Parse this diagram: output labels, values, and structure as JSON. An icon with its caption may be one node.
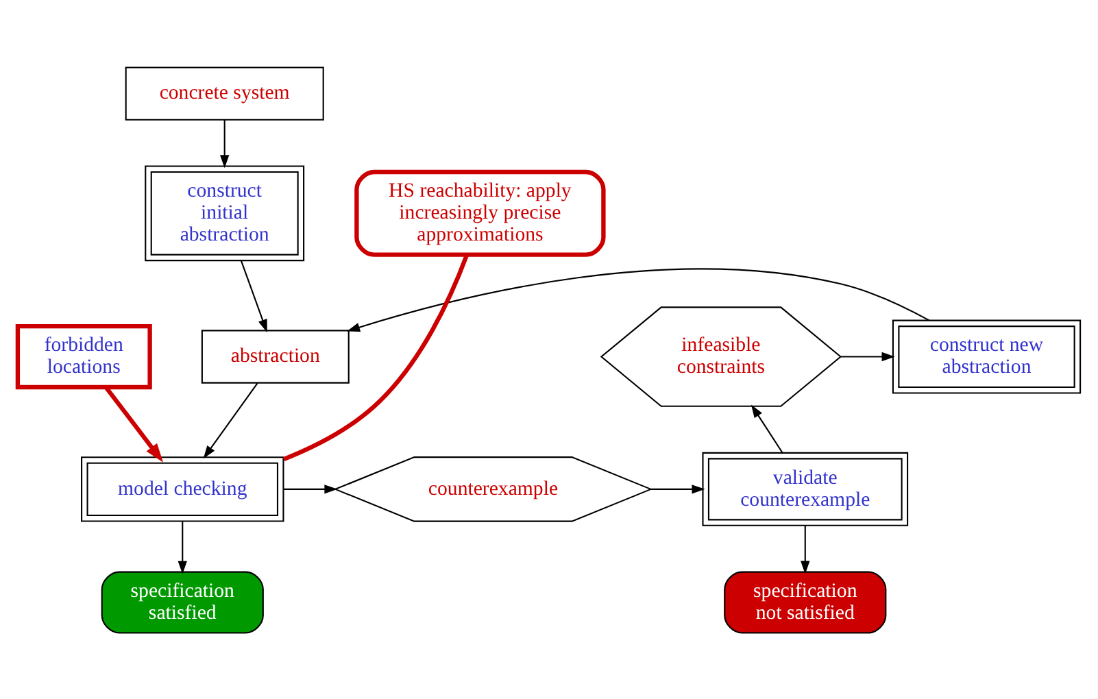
{
  "diagram": {
    "nodes": [
      {
        "text": [
          "concrete system"
        ]
      },
      {
        "text": [
          "construct initial abstraction"
        ]
      },
      {
        "text": [
          "abstraction"
        ]
      },
      {
        "text": [
          "construct new abstraction"
        ]
      },
      {
        "text": [
          "infeasible constraints"
        ]
      },
      {
        "text": [
          "forbidden locations"
        ]
      },
      {
        "text": [
          "model checking"
        ]
      },
      {
        "text": [
          "counterexample"
        ]
      },
      {
        "text": [
          "validate counterexample"
        ]
      },
      {
        "text": [
          "specification satisfied"
        ]
      },
      {
        "text": [
          "specification not satisfied"
        ]
      },
      {
        "text": [
          "HS reachability: apply increasingly precise approximations"
        ]
      }
    ],
    "edges": [
      {
        "from": 0,
        "to": 1,
        "arrow": "to"
      },
      {
        "from": 1,
        "to": 2,
        "arrow": "to"
      },
      {
        "from": 2,
        "to": 6,
        "arrow": "to"
      },
      {
        "from": 3,
        "to": 2,
        "arrow": "to"
      },
      {
        "from": 4,
        "to": 3,
        "arrow": "to"
      },
      {
        "from": 5,
        "to": 6,
        "arrow": "to",
        "style": "thick",
        "color": "#cc0000"
      },
      {
        "from": 6,
        "to": 7,
        "arrow": "to"
      },
      {
        "from": 7,
        "to": 8,
        "arrow": "to"
      },
      {
        "from": 8,
        "to": 4,
        "arrow": "to"
      },
      {
        "from": 6,
        "to": 9,
        "arrow": "to"
      },
      {
        "from": 8,
        "to": 10,
        "arrow": "to"
      },
      {
        "from": 11,
        "to": 6,
        "arrow": "none",
        "style": "thick",
        "color": "#cc0000"
      }
    ]
  }
}
